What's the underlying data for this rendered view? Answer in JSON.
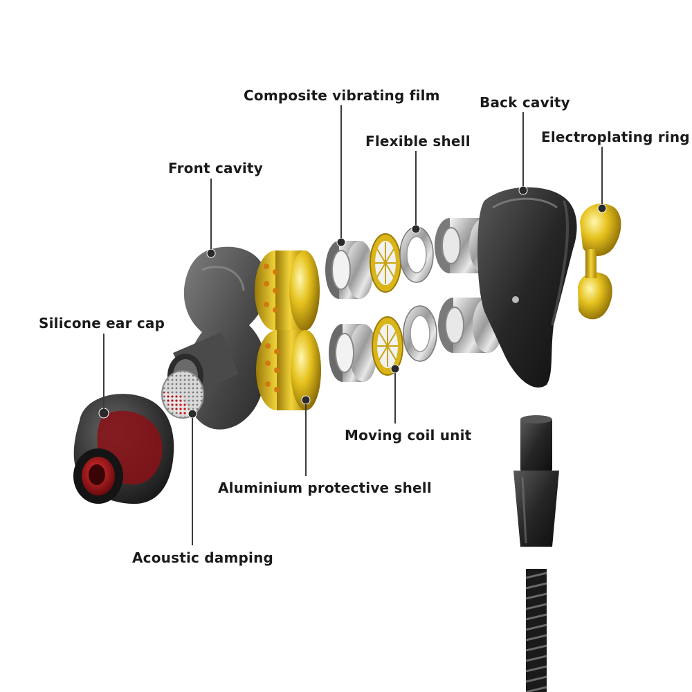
{
  "labels": {
    "composite_vibrating_film": "Composite vibrating film",
    "back_cavity": "Back cavity",
    "flexible_shell": "Flexible shell",
    "electroplating_ring": "Electroplating ring",
    "front_cavity": "Front cavity",
    "silicone_ear_cap": "Silicone ear cap",
    "moving_coil_unit": "Moving coil unit",
    "aluminium_protective_shell": "Aluminium protective shell",
    "acoustic_damping": "Acoustic damping"
  },
  "colors": {
    "background": "#ffffff",
    "label_text": "#1a1a1a",
    "leader_line": "#3a3a3a",
    "gold": "#d9b51a",
    "ear_cap_red": "#b0141c",
    "shell_dark": "#2a2a2a",
    "chrome": "#b8b8b8"
  }
}
